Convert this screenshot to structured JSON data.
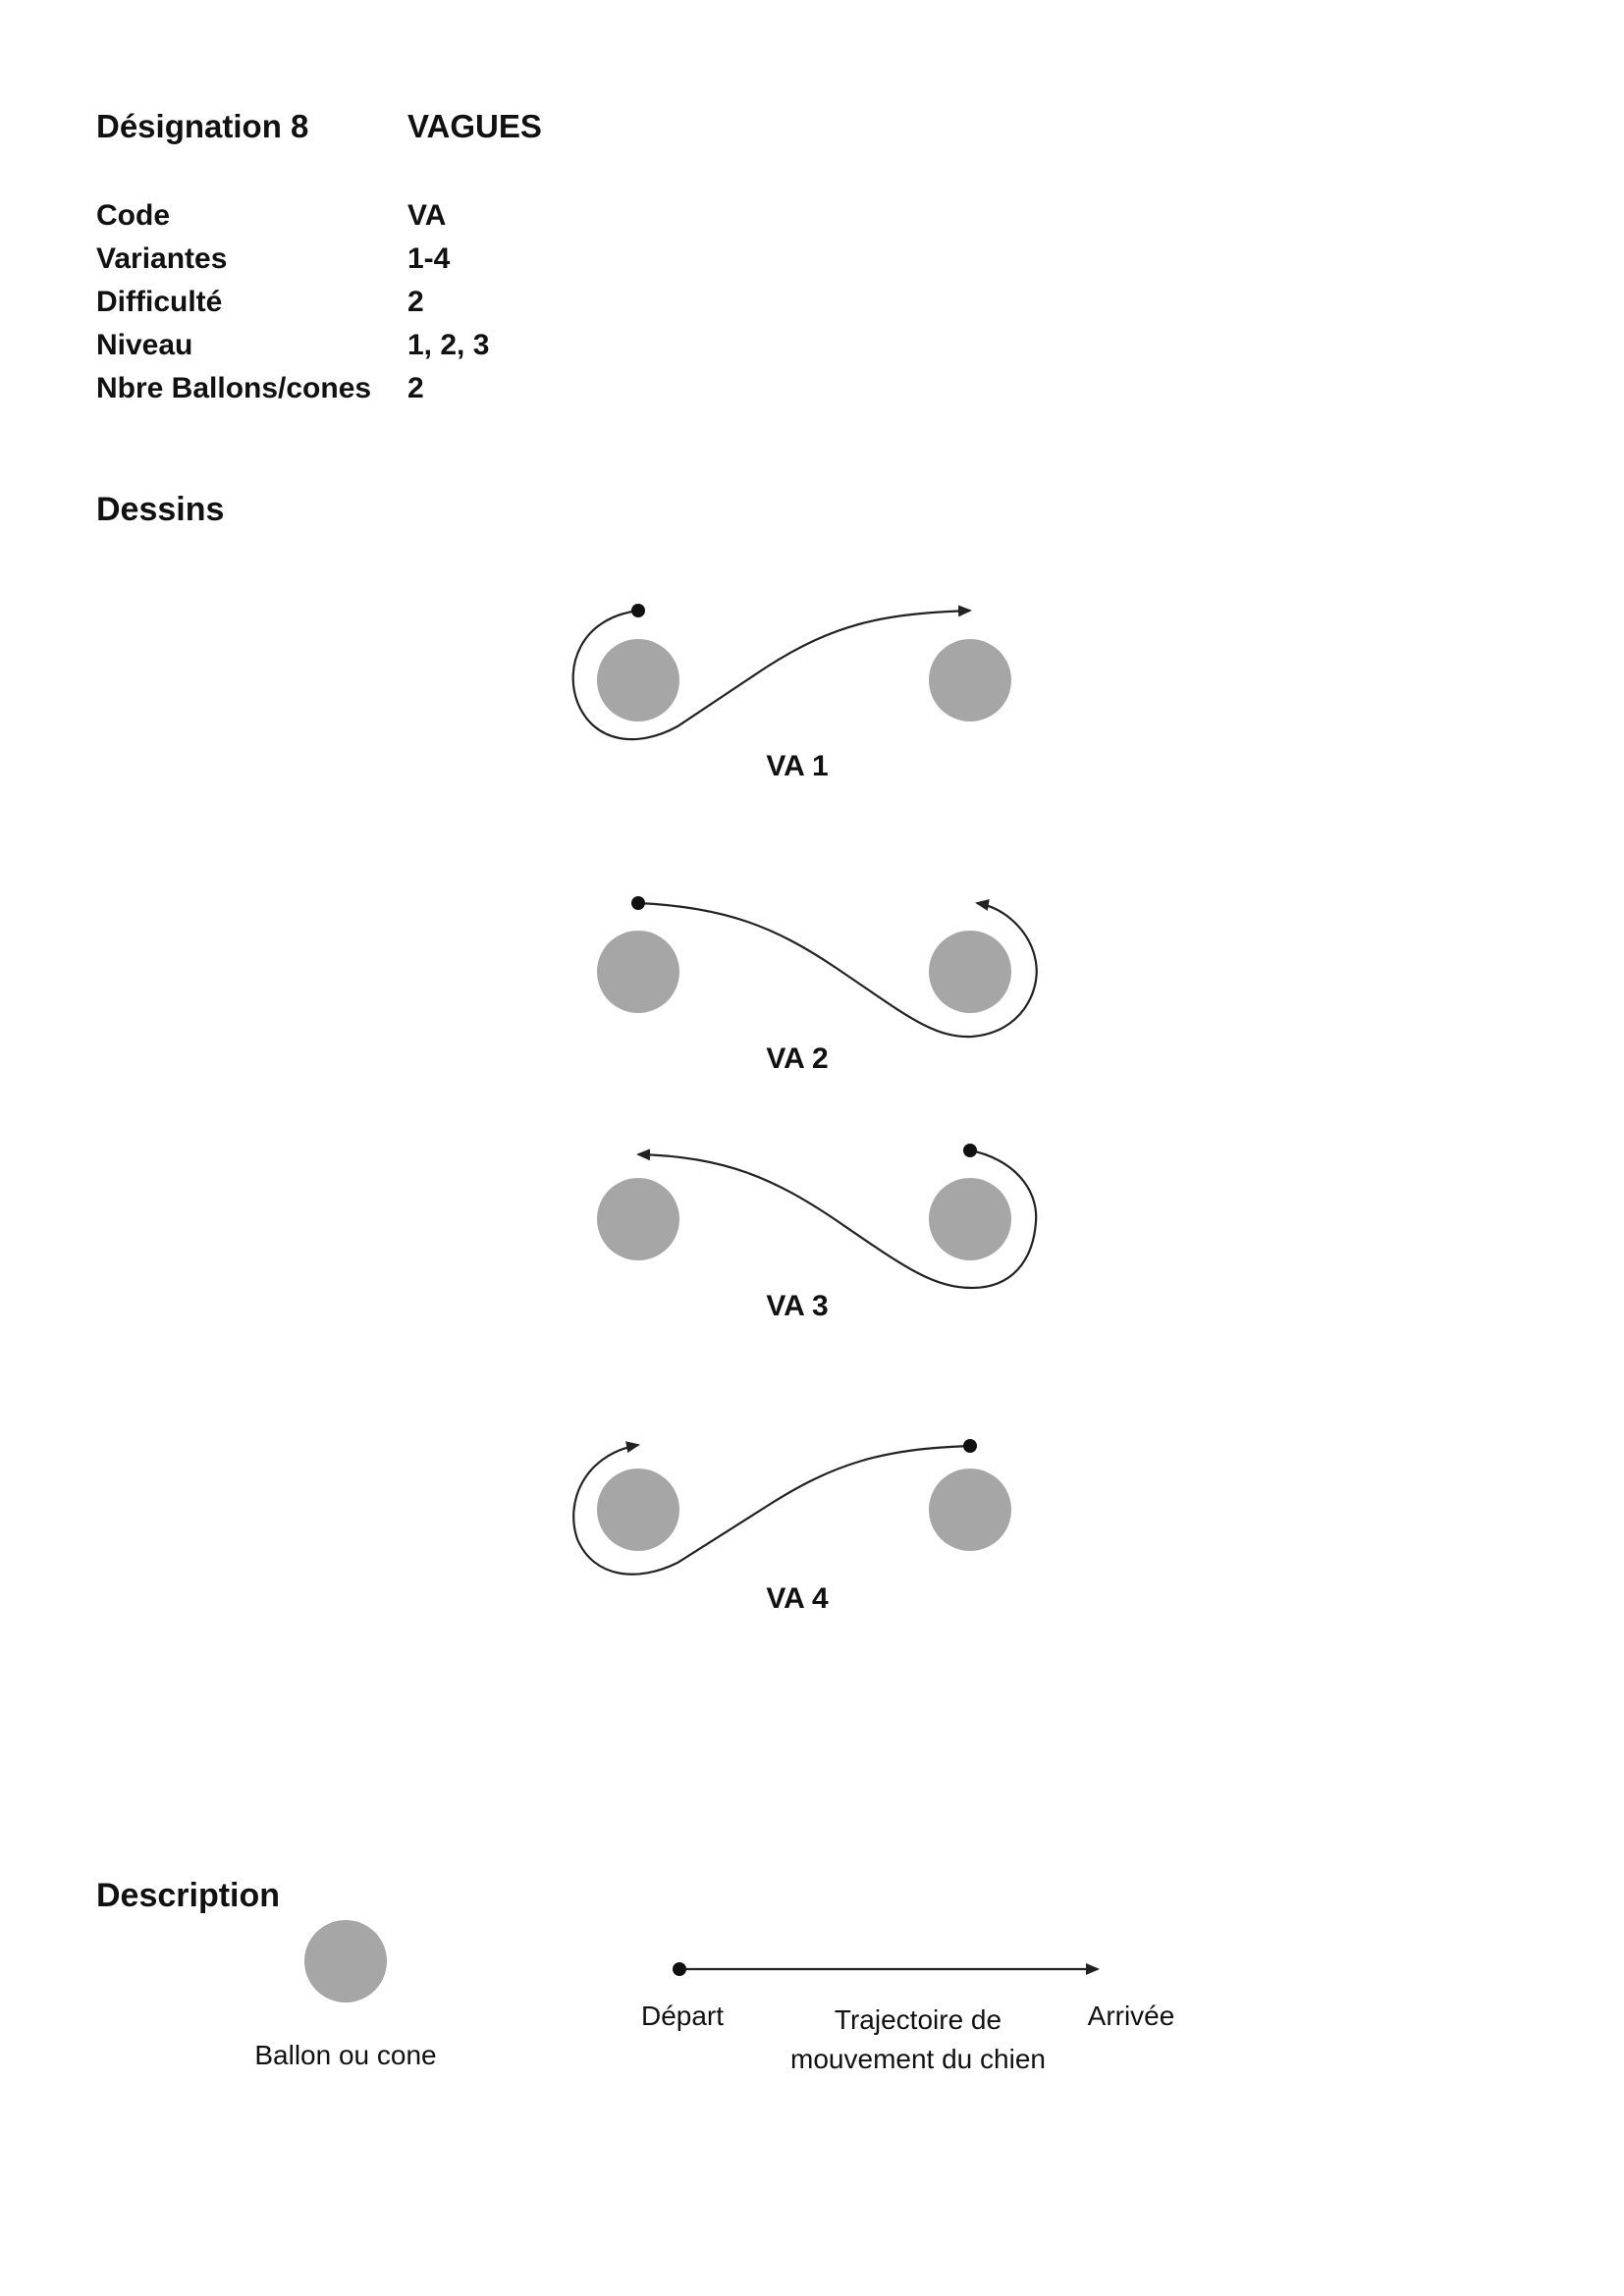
{
  "header": {
    "designation_label": "Désignation 8",
    "designation_value": "VAGUES"
  },
  "fields": [
    {
      "label": "Code",
      "value": "VA"
    },
    {
      "label": "Variantes",
      "value": "1-4"
    },
    {
      "label": "Difficulté",
      "value": "2"
    },
    {
      "label": "Niveau",
      "value": "1, 2, 3"
    },
    {
      "label": "Nbre Ballons/cones",
      "value": "2"
    }
  ],
  "drawings": {
    "title": "Dessins",
    "items": [
      {
        "label": "VA 1"
      },
      {
        "label": "VA 2"
      },
      {
        "label": "VA 3"
      },
      {
        "label": "VA 4"
      }
    ]
  },
  "description": {
    "title": "Description",
    "ball_label": "Ballon ou cone",
    "start_label": "Départ",
    "path_label_line1": "Trajectoire de",
    "path_label_line2": "mouvement du chien",
    "end_label": "Arrivée"
  },
  "colors": {
    "ball": "#a6a6a6",
    "line": "#222222"
  }
}
